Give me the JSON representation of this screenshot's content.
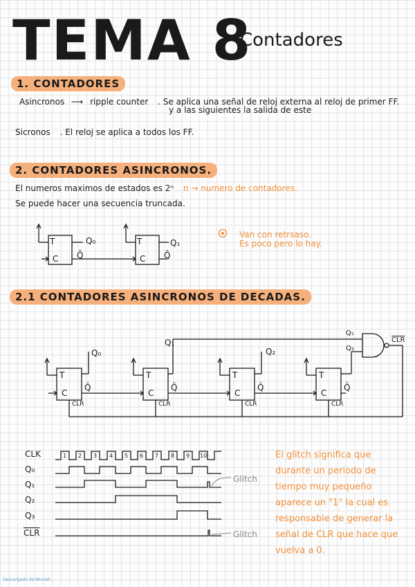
{
  "title": "TEMA 8",
  "subtitle": "Contadores",
  "section1": {
    "heading": "1. CONTADORES",
    "asincronos_label": "Asincronos",
    "arrow": "⟶",
    "asincronos_term": "ripple counter",
    "asincronos_desc_1": ". Se aplica una señal de reloj externa al reloj de primer FF.",
    "asincronos_desc_2": "y a las siguientes la salida de este",
    "sincronos_label": "Sicronos",
    "sincronos_desc": ". El reloj se aplica a todos los FF."
  },
  "section2": {
    "heading": "2. CONTADORES ASINCRONOS.",
    "line1": "El numeros maximos de estados es 2ⁿ",
    "line1_orange": "n → numero de contadores.",
    "line2": "Se puede hacer una secuencia truncada.",
    "note_1": "Van con retrsaso.",
    "note_2": "Es poco pero lo hay.",
    "ff_t": "T",
    "ff_c": "C",
    "ff_qbar": "Q̄",
    "q0": "Q₀",
    "q1": "Q₁"
  },
  "section21": {
    "heading": "2.1 CONTADORES ASINCRONOS DE DECADAS.",
    "q0": "Q₀",
    "q1": "Q₁",
    "q2": "Q₂",
    "q3": "Q₃",
    "clr": "CLR",
    "gate_q1": "Q₁",
    "gate_q3": "Q₃"
  },
  "timing": {
    "labels": [
      "CLK",
      "Q₀",
      "Q₁",
      "Q₂",
      "Q₃",
      "CLR"
    ],
    "pulses": [
      "1",
      "2",
      "3",
      "4",
      "5",
      "6",
      "7",
      "8",
      "9",
      "10"
    ],
    "glitch_1": "Glitch",
    "glitch_2": "Glitch"
  },
  "note": {
    "text": "El glitch significa que durante un periodo de tiempo muy pequeño aparece un \"1\" la cual es responsable de generar la señal de CLR que hace que vuelva a 0."
  },
  "footer": "Descargado de Wuolah"
}
